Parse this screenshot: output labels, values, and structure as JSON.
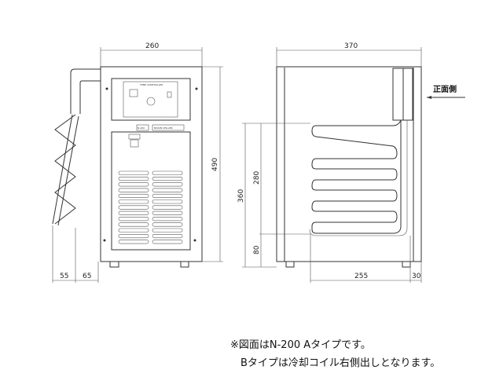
{
  "front_view": {
    "width_dim": "260",
    "height_dim": "490",
    "coil_dim": "55",
    "offset_dim": "65",
    "panel_title": "TEMP CONTROLLER",
    "model_plate": "N-200",
    "maker_plate": "NISSIN CHILLER"
  },
  "side_view": {
    "depth_dim": "370",
    "coil_height_dim": "360",
    "coil_span_dim": "280",
    "base_dim": "80",
    "coil_depth_dim": "255",
    "rear_dim": "30",
    "front_side_label": "正面側"
  },
  "notes": {
    "line1": "※図面はN-200 Aタイプです。",
    "line2": "Bタイプは冷却コイル右側出しとなります。"
  }
}
